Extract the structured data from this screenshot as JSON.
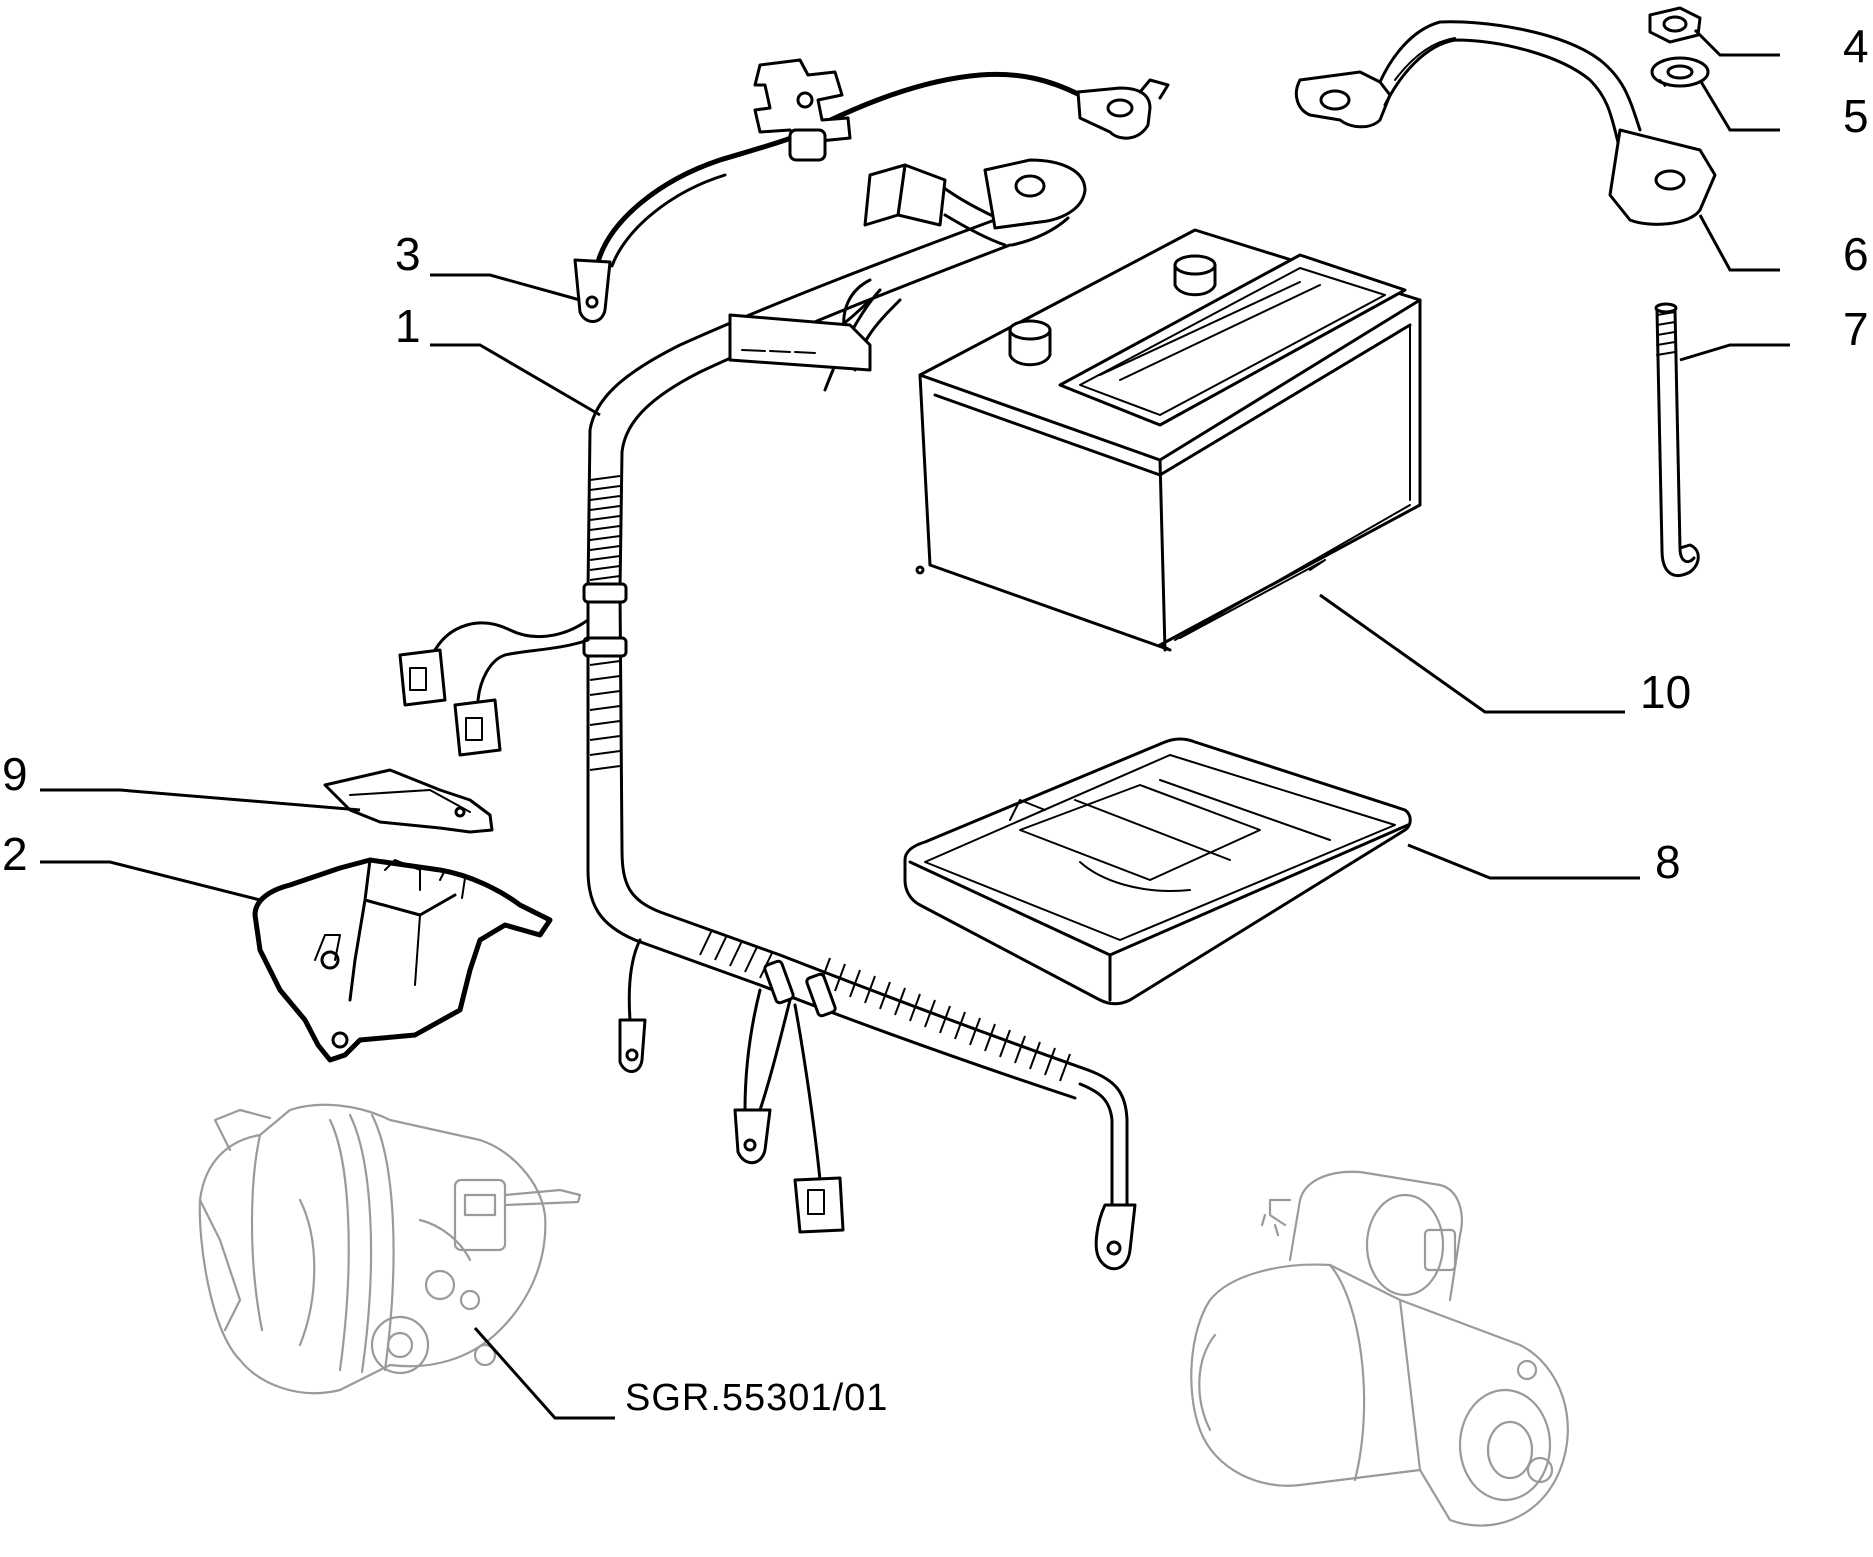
{
  "callouts": [
    {
      "number": "1"
    },
    {
      "number": "2"
    },
    {
      "number": "3"
    },
    {
      "number": "4"
    },
    {
      "number": "5"
    },
    {
      "number": "6"
    },
    {
      "number": "7"
    },
    {
      "number": "8"
    },
    {
      "number": "9"
    },
    {
      "number": "10"
    }
  ],
  "reference_code": "SGR.55301/01"
}
